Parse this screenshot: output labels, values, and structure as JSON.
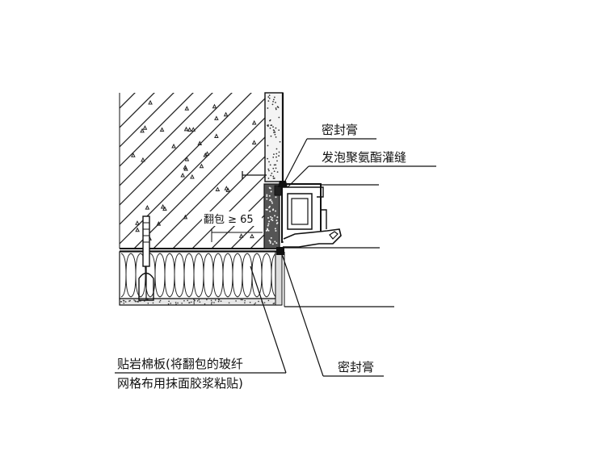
{
  "labels": {
    "sealant_top": "密封膏",
    "foam_fill": "发泡聚氨酯灌缝",
    "wrap_dimension": "翻包 ≥ 65",
    "rock_wool_line1": "贴岩棉板(将翻包的玻纤",
    "rock_wool_line2": "网格布用抹面胶浆粘贴)",
    "sealant_bottom": "密封膏"
  }
}
